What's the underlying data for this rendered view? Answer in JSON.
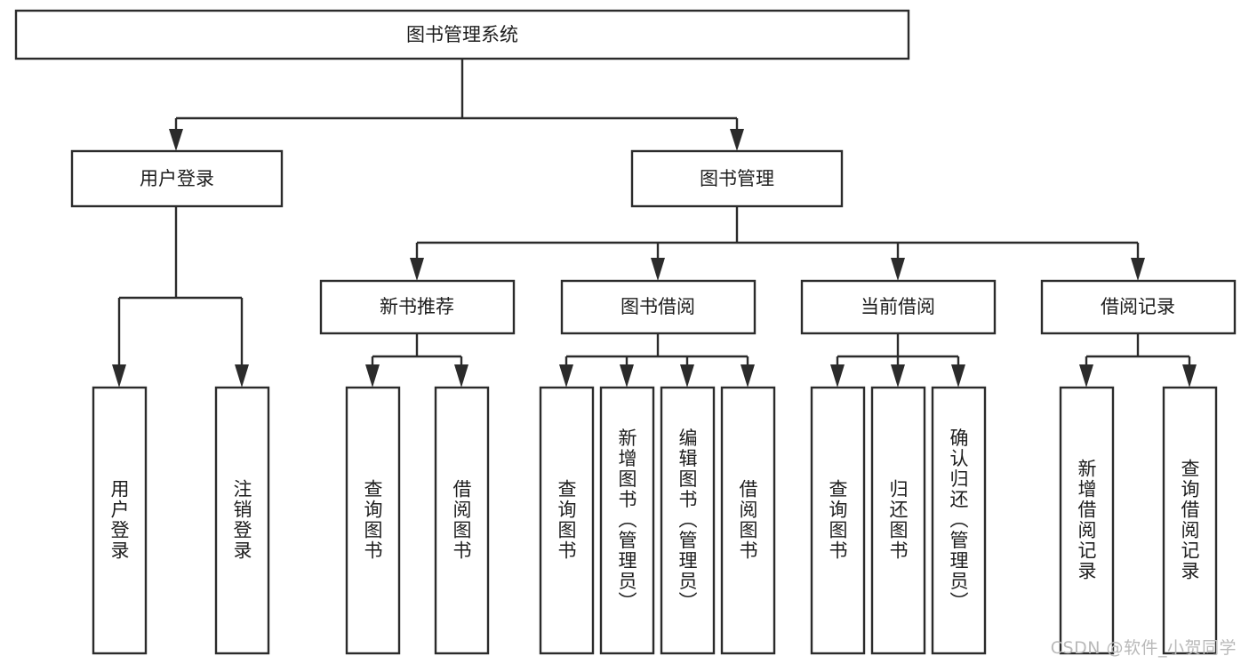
{
  "diagram": {
    "title": "图书管理系统",
    "type": "tree",
    "orientation": "top-down",
    "colors": {
      "box_stroke": "#2b2b2b",
      "box_fill": "#ffffff",
      "text": "#1d1d1d",
      "background": "#ffffff",
      "watermark": "#b9b9b9"
    },
    "levels": [
      {
        "level": 1,
        "nodes": [
          {
            "id": "root",
            "label": "图书管理系统",
            "orientation": "horizontal"
          }
        ]
      },
      {
        "level": 2,
        "nodes": [
          {
            "id": "user-login",
            "label": "用户登录",
            "orientation": "horizontal",
            "parent": "root"
          },
          {
            "id": "book-manage",
            "label": "图书管理",
            "orientation": "horizontal",
            "parent": "root"
          }
        ]
      },
      {
        "level": 3,
        "nodes": [
          {
            "id": "new-book-recommend",
            "label": "新书推荐",
            "orientation": "horizontal",
            "parent": "book-manage"
          },
          {
            "id": "book-borrow",
            "label": "图书借阅",
            "orientation": "horizontal",
            "parent": "book-manage"
          },
          {
            "id": "current-borrow",
            "label": "当前借阅",
            "orientation": "horizontal",
            "parent": "book-manage"
          },
          {
            "id": "borrow-record",
            "label": "借阅记录",
            "orientation": "horizontal",
            "parent": "book-manage"
          }
        ]
      },
      {
        "level": 4,
        "nodes": [
          {
            "id": "leaf-user-login",
            "label": "用户登录",
            "orientation": "vertical",
            "parent": "user-login"
          },
          {
            "id": "leaf-logout",
            "label": "注销登录",
            "orientation": "vertical",
            "parent": "user-login"
          },
          {
            "id": "leaf-query-book-1",
            "label": "查询图书",
            "orientation": "vertical",
            "parent": "new-book-recommend"
          },
          {
            "id": "leaf-borrow-book-1",
            "label": "借阅图书",
            "orientation": "vertical",
            "parent": "new-book-recommend"
          },
          {
            "id": "leaf-query-book-2",
            "label": "查询图书",
            "orientation": "vertical",
            "parent": "book-borrow"
          },
          {
            "id": "leaf-add-book",
            "label": "新增图书（管理员）",
            "orientation": "vertical",
            "parent": "book-borrow"
          },
          {
            "id": "leaf-edit-book",
            "label": "编辑图书（管理员）",
            "orientation": "vertical",
            "parent": "book-borrow"
          },
          {
            "id": "leaf-borrow-book-2",
            "label": "借阅图书",
            "orientation": "vertical",
            "parent": "book-borrow"
          },
          {
            "id": "leaf-query-book-3",
            "label": "查询图书",
            "orientation": "vertical",
            "parent": "current-borrow"
          },
          {
            "id": "leaf-return-book",
            "label": "归还图书",
            "orientation": "vertical",
            "parent": "current-borrow"
          },
          {
            "id": "leaf-confirm-return",
            "label": "确认归还（管理员）",
            "orientation": "vertical",
            "parent": "current-borrow"
          },
          {
            "id": "leaf-add-record",
            "label": "新增借阅记录",
            "orientation": "vertical",
            "parent": "borrow-record"
          },
          {
            "id": "leaf-query-record",
            "label": "查询借阅记录",
            "orientation": "vertical",
            "parent": "borrow-record"
          }
        ]
      }
    ]
  },
  "watermark": {
    "text": "CSDN @软件_小贺同学"
  }
}
